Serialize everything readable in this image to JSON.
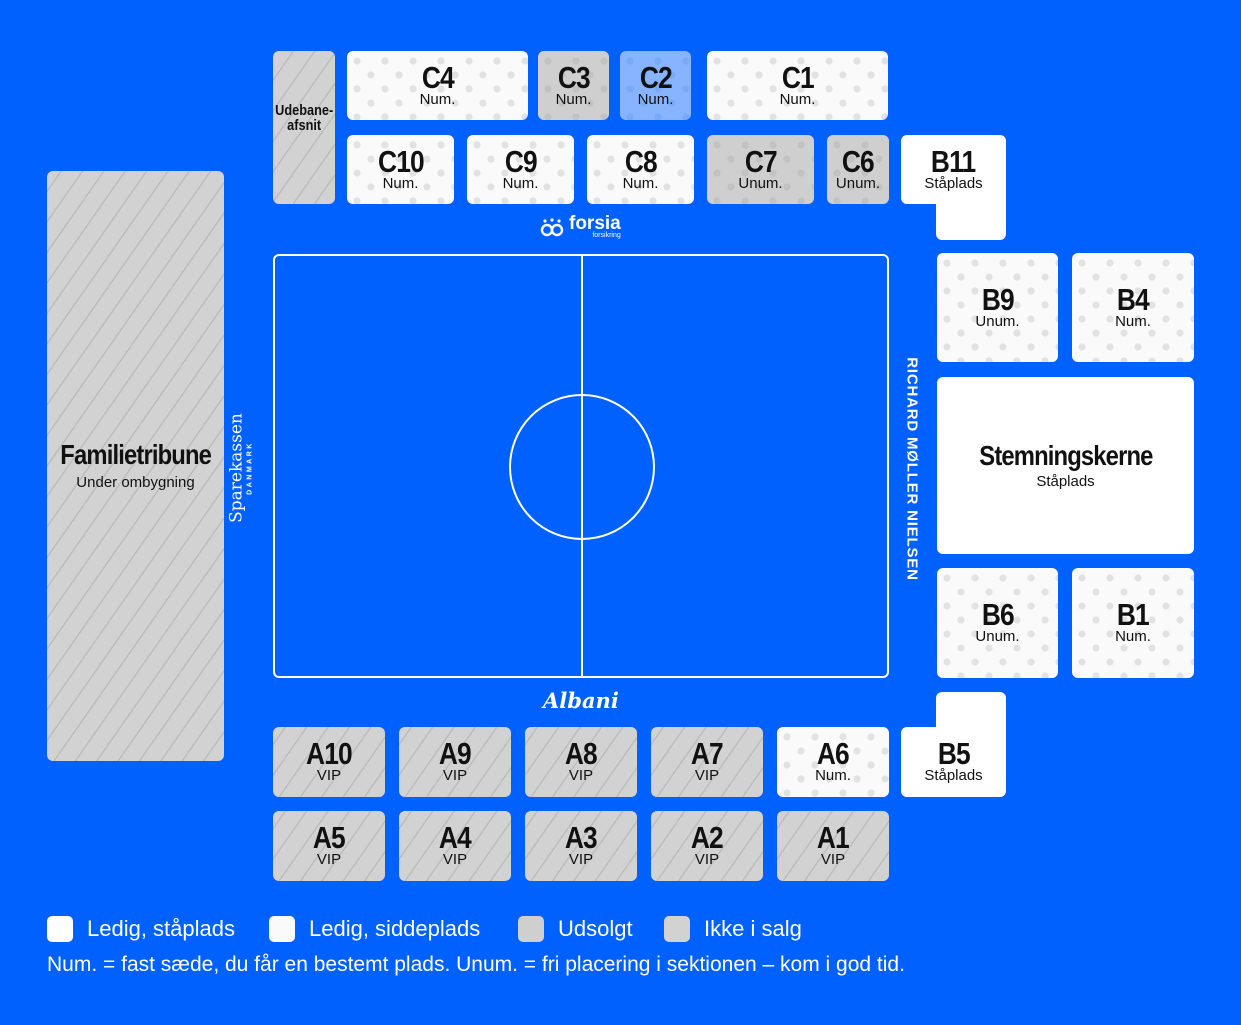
{
  "sections": {
    "c4": {
      "name": "C4",
      "type": "Num.",
      "status": "available-seated"
    },
    "c3": {
      "name": "C3",
      "type": "Num.",
      "status": "sold-out"
    },
    "c2": {
      "name": "C2",
      "type": "Num.",
      "status": "selected"
    },
    "c1": {
      "name": "C1",
      "type": "Num.",
      "status": "available-seated"
    },
    "c10": {
      "name": "C10",
      "type": "Num.",
      "status": "available-seated"
    },
    "c9": {
      "name": "C9",
      "type": "Num.",
      "status": "available-seated"
    },
    "c8": {
      "name": "C8",
      "type": "Num.",
      "status": "available-seated"
    },
    "c7": {
      "name": "C7",
      "type": "Unum.",
      "status": "sold-out"
    },
    "c6": {
      "name": "C6",
      "type": "Unum.",
      "status": "sold-out"
    },
    "b11": {
      "name": "B11",
      "type": "Ståplads",
      "status": "available-standing"
    },
    "b9": {
      "name": "B9",
      "type": "Unum.",
      "status": "available-seated"
    },
    "b4": {
      "name": "B4",
      "type": "Num.",
      "status": "available-seated"
    },
    "stemning": {
      "name": "Stemningskerne",
      "type": "Ståplads",
      "status": "available-standing"
    },
    "b6": {
      "name": "B6",
      "type": "Unum.",
      "status": "available-seated"
    },
    "b1": {
      "name": "B1",
      "type": "Num.",
      "status": "available-seated"
    },
    "b5": {
      "name": "B5",
      "type": "Ståplads",
      "status": "available-standing"
    },
    "a10": {
      "name": "A10",
      "type": "VIP",
      "status": "not-for-sale"
    },
    "a9": {
      "name": "A9",
      "type": "VIP",
      "status": "not-for-sale"
    },
    "a8": {
      "name": "A8",
      "type": "VIP",
      "status": "not-for-sale"
    },
    "a7": {
      "name": "A7",
      "type": "VIP",
      "status": "not-for-sale"
    },
    "a6": {
      "name": "A6",
      "type": "Num.",
      "status": "available-seated"
    },
    "a5": {
      "name": "A5",
      "type": "VIP",
      "status": "not-for-sale"
    },
    "a4": {
      "name": "A4",
      "type": "VIP",
      "status": "not-for-sale"
    },
    "a3": {
      "name": "A3",
      "type": "VIP",
      "status": "not-for-sale"
    },
    "a2": {
      "name": "A2",
      "type": "VIP",
      "status": "not-for-sale"
    },
    "a1": {
      "name": "A1",
      "type": "VIP",
      "status": "not-for-sale"
    },
    "away": {
      "name_line1": "Udebane-",
      "name_line2": "afsnit",
      "status": "not-for-sale"
    },
    "family": {
      "name": "Familietribune",
      "type": "Under ombygning",
      "status": "not-for-sale"
    }
  },
  "sponsors": {
    "top": {
      "name": "forsia",
      "sub": "forsikring"
    },
    "left": {
      "name": "Sparekassen",
      "sub": "DANMARK"
    },
    "right": {
      "name": "RICHARD MØLLER NIELSEN"
    },
    "bottom": {
      "name": "Albani"
    }
  },
  "legend": [
    {
      "label": "Ledig, ståplads",
      "color": "#ffffff"
    },
    {
      "label": "Ledig, siddeplads",
      "color": "#fafafa"
    },
    {
      "label": "Udsolgt",
      "color": "#cfcfcf"
    },
    {
      "label": "Ikke i salg",
      "color": "#d2d2d2"
    }
  ],
  "note": "Num. = fast sæde, du får en bestemt plads. Unum. = fri placering i sektionen – kom i god tid.",
  "colors": {
    "background": "#0061ff",
    "selected": "#88b4ff",
    "available": "#ffffff",
    "sold_out": "#cfcfcf",
    "not_for_sale": "#d2d2d2"
  }
}
